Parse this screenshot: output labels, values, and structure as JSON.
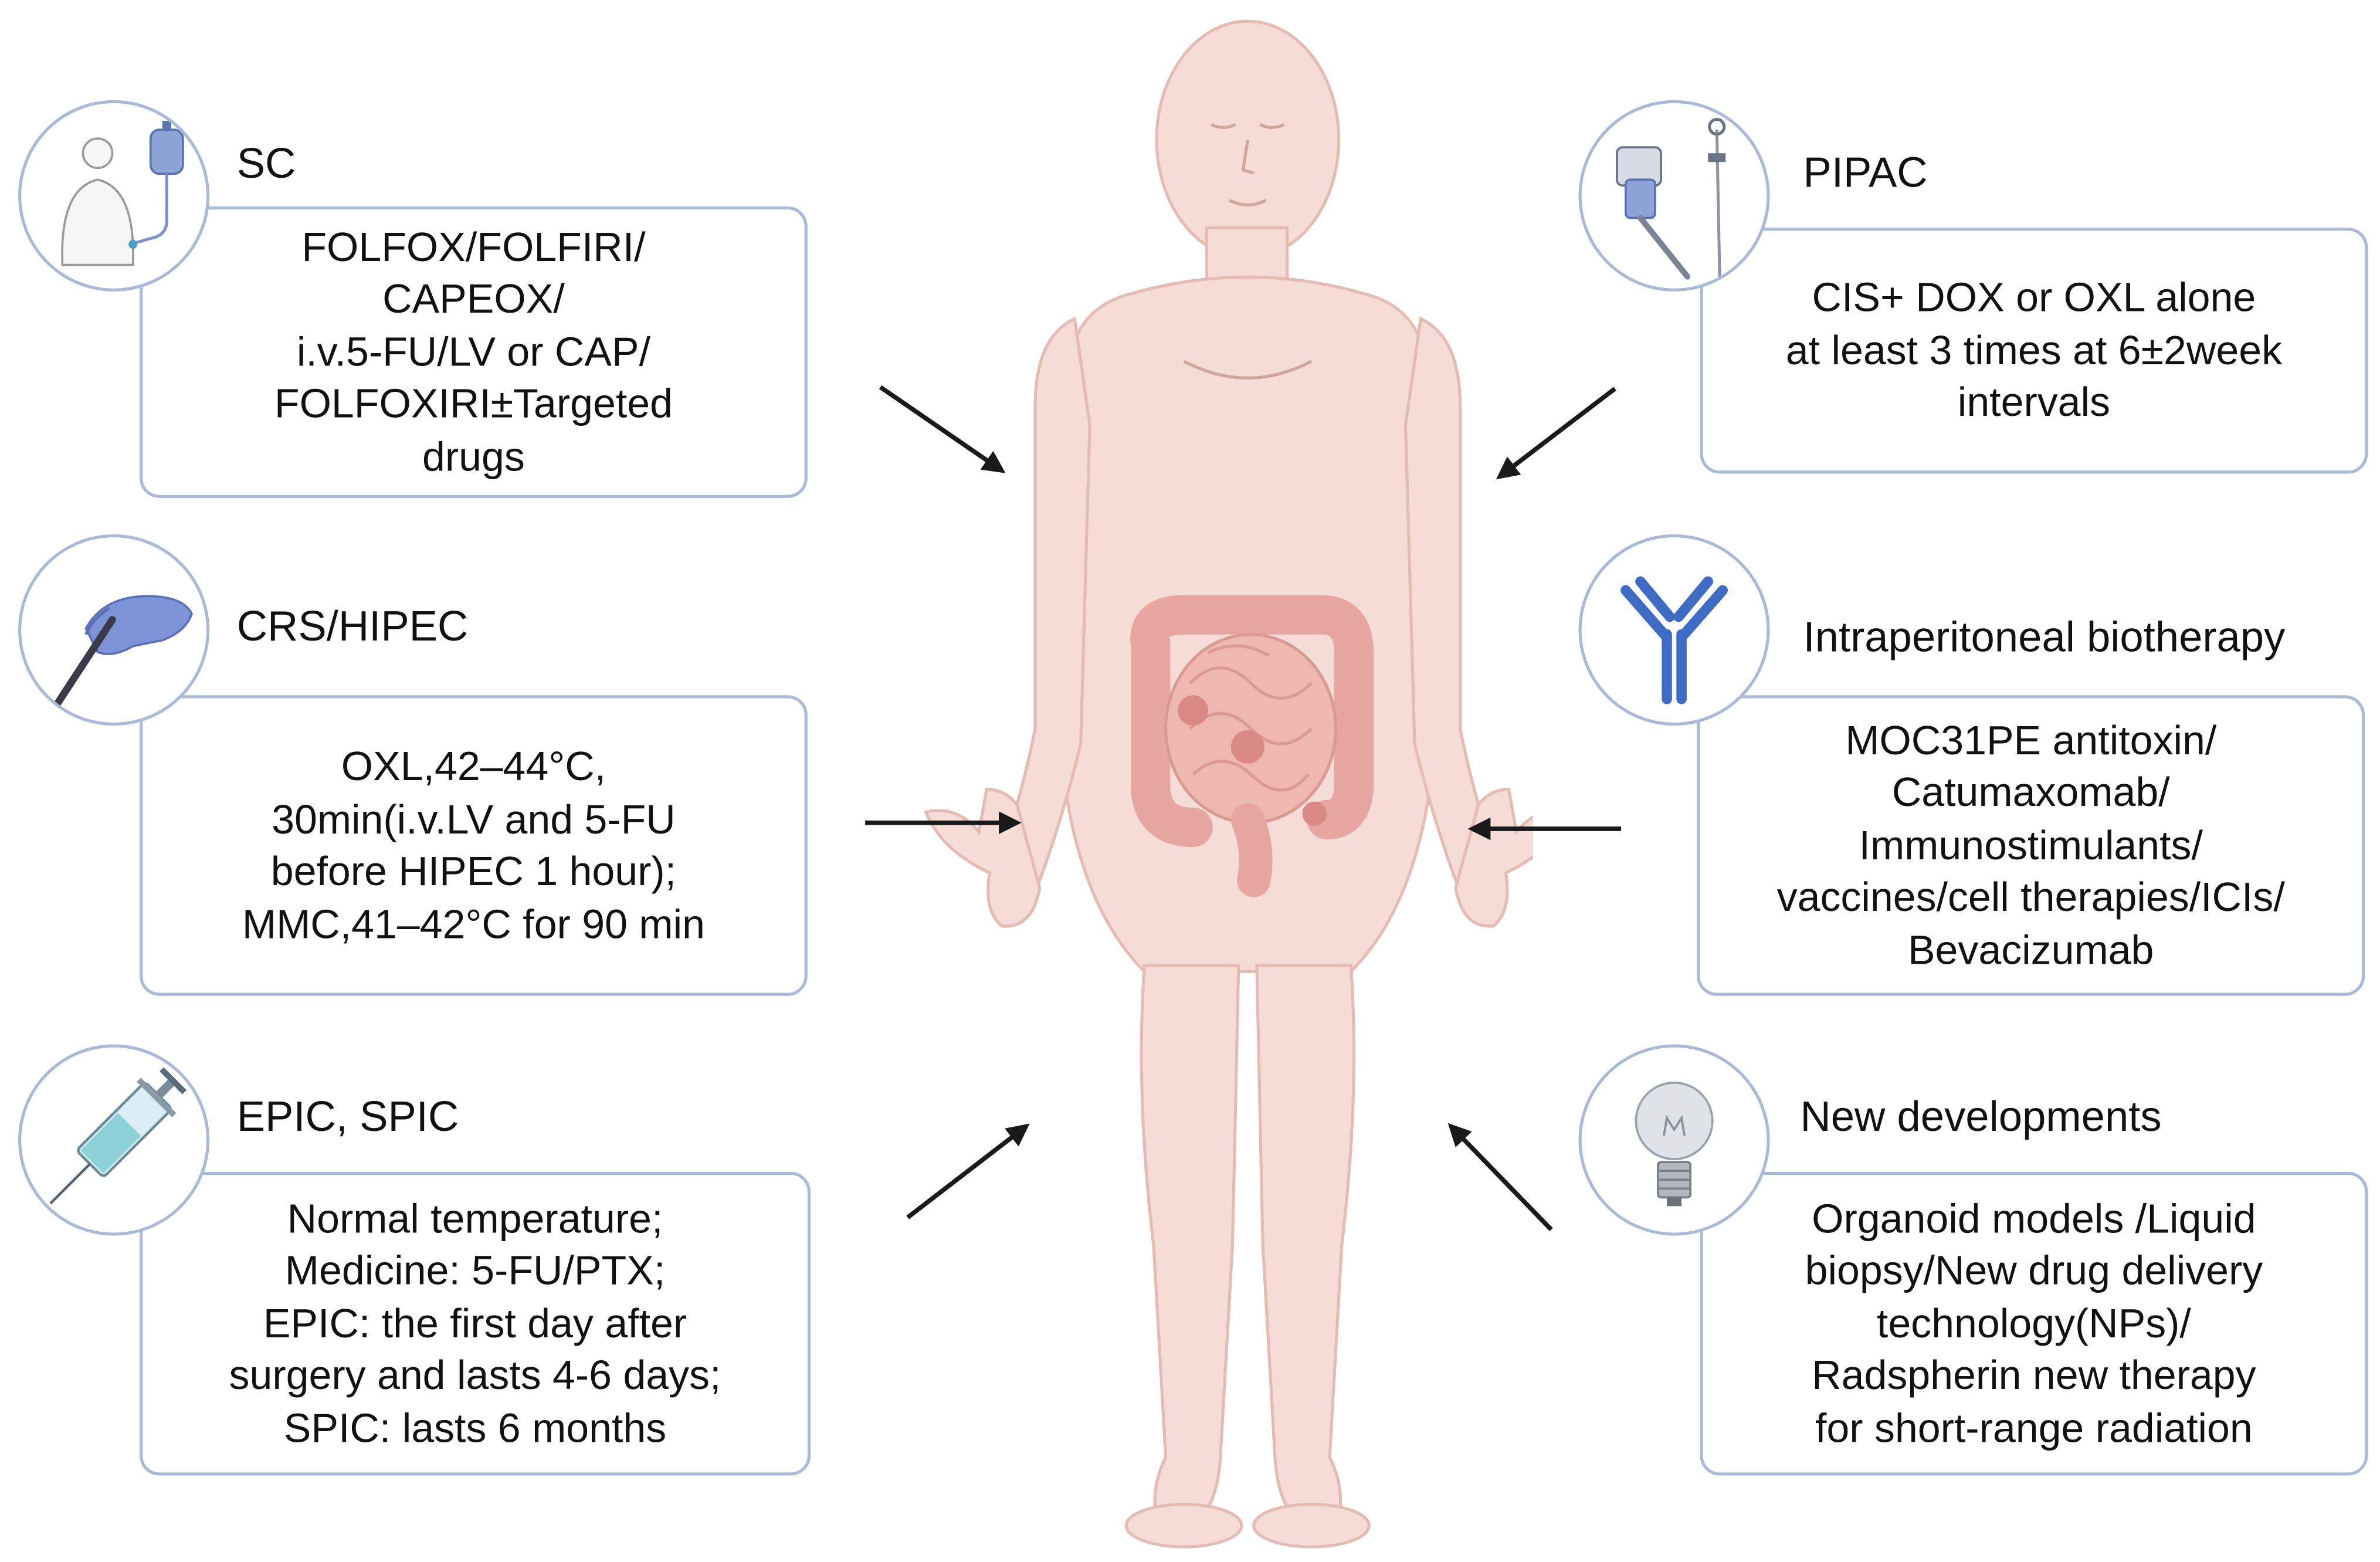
{
  "panels": {
    "sc": {
      "title": "SC",
      "body": "FOLFOX/FOLFIRI/\nCAPEOX/\ni.v.5-FU/LV or CAP/\nFOLFOXIRI±Targeted\ndrugs",
      "icon": "iv-infusion-icon"
    },
    "crs": {
      "title": "CRS/HIPEC",
      "body": "    OXL,42–44°C,\n30min(i.v.LV and 5-FU\nbefore HIPEC 1 hour);\nMMC,41–42°C for 90 min",
      "icon": "surgeon-hand-scalpel-icon"
    },
    "epic": {
      "title": "EPIC, SPIC",
      "body": "Normal temperature;\nMedicine: 5-FU/PTX;\nEPIC: the first day after\nsurgery and lasts 4-6 days;\nSPIC: lasts 6 months",
      "icon": "syringe-icon"
    },
    "pipac": {
      "title": "PIPAC",
      "body": "CIS+ DOX or OXL alone\nat least 3 times at 6±2week\nintervals",
      "icon": "laparoscopic-nebulizer-icon"
    },
    "bio": {
      "title": "Intraperitoneal biotherapy",
      "body": "MOC31PE antitoxin/\nCatumaxomab/\nImmunostimulants/\nvaccines/cell therapies/ICIs/\nBevacizumab",
      "icon": "antibody-icon"
    },
    "newdev": {
      "title": "New developments",
      "body": "Organoid models /Liquid\nbiopsy/New drug delivery\ntechnology(NPs)/\nRadspherin new therapy\nfor short-range radiation",
      "icon": "lightbulb-icon"
    }
  },
  "figure": {
    "icon": "human-body-with-intestines-icon"
  },
  "colors": {
    "frame": "#a9b9d8",
    "skin": "#f6dcd6",
    "skin_outline": "#e4bcb4",
    "intestine": "#e7a7a0",
    "tumor": "#d98a86",
    "arrow": "#1a1a1a",
    "antibody": "#3e6bc4"
  }
}
